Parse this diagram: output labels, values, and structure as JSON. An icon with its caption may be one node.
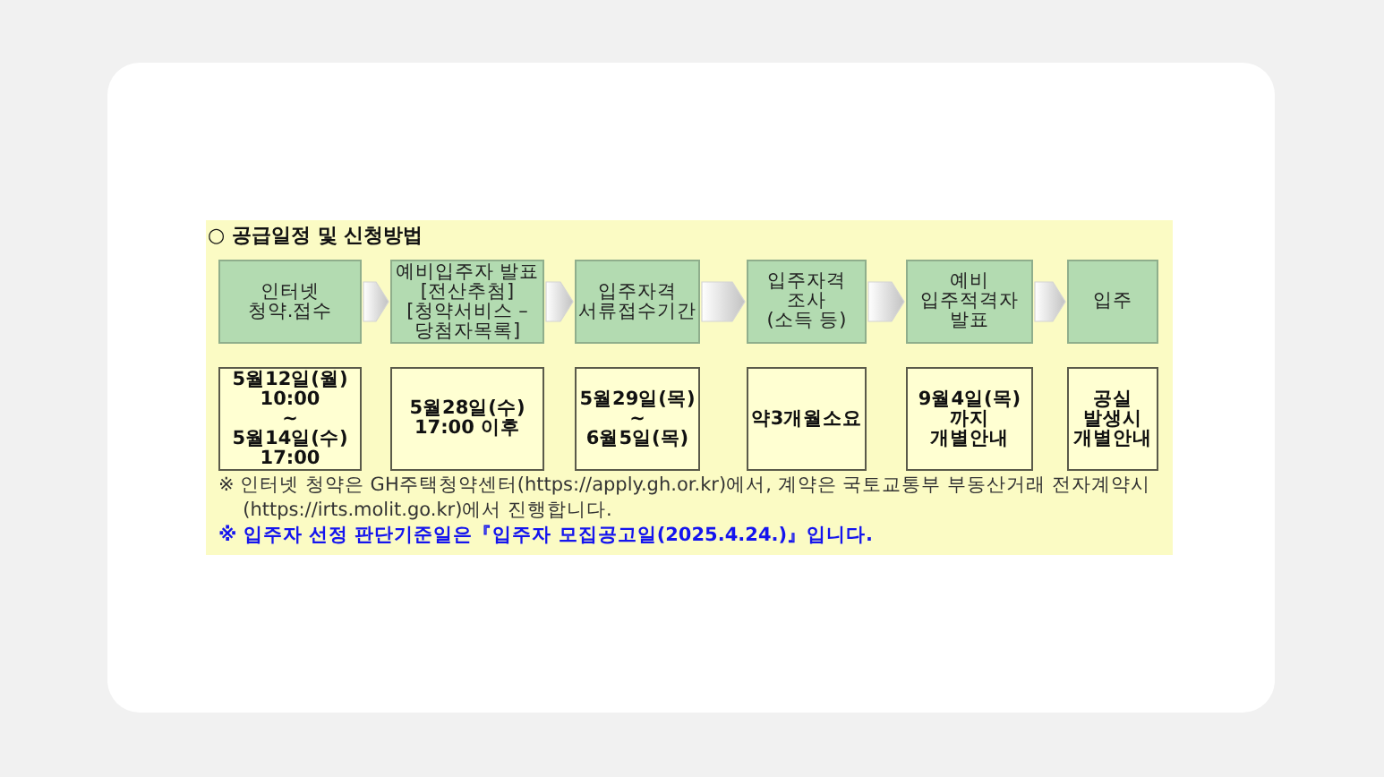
{
  "diagram": {
    "title": "○ 공급일정 및 신청방법",
    "nodes": [
      {
        "text": [
          "인터넷 청약.접수"
        ]
      },
      {
        "text": [
          "예비입주자 발표",
          "[전산추첨]",
          "[청약서비스 – 당첨자목록]"
        ]
      },
      {
        "text": [
          "입주자격 서류접수기간"
        ]
      },
      {
        "text": [
          "입주자격 조사 (소득 등)"
        ]
      },
      {
        "text": [
          "예비 입주적격자 발표"
        ]
      },
      {
        "text": [
          "입주"
        ]
      },
      {
        "text": [
          "5월12일(월) 10:00 ~ 5월14일(수) 17:00"
        ]
      },
      {
        "text": [
          "5월28일(수) 17:00 이후"
        ]
      },
      {
        "text": [
          "5월29일(목) ~ 6월5일(목)"
        ]
      },
      {
        "text": [
          "약3개월소요"
        ]
      },
      {
        "text": [
          "9월4일(목) 까지 개별안내"
        ]
      },
      {
        "text": [
          "공실 발생시 개별안내"
        ]
      }
    ],
    "edges": [
      {
        "from": 0,
        "to": 1,
        "arrow": "to"
      },
      {
        "from": 1,
        "to": 2,
        "arrow": "to"
      },
      {
        "from": 2,
        "to": 3,
        "arrow": "to"
      },
      {
        "from": 3,
        "to": 4,
        "arrow": "to"
      },
      {
        "from": 4,
        "to": 5,
        "arrow": "to"
      }
    ],
    "labels": [
      "※ 인터넷 청약은 GH주택청약센터(https://apply.gh.or.kr)에서, 계약은 국토교통부 부동산거래 전자계약시 (https://irts.molit.go.kr)에서 진행합니다.",
      "※ 입주자 선정 판단기준일은『입주자 모집공고일(2025.4.24.)』입니다."
    ]
  }
}
